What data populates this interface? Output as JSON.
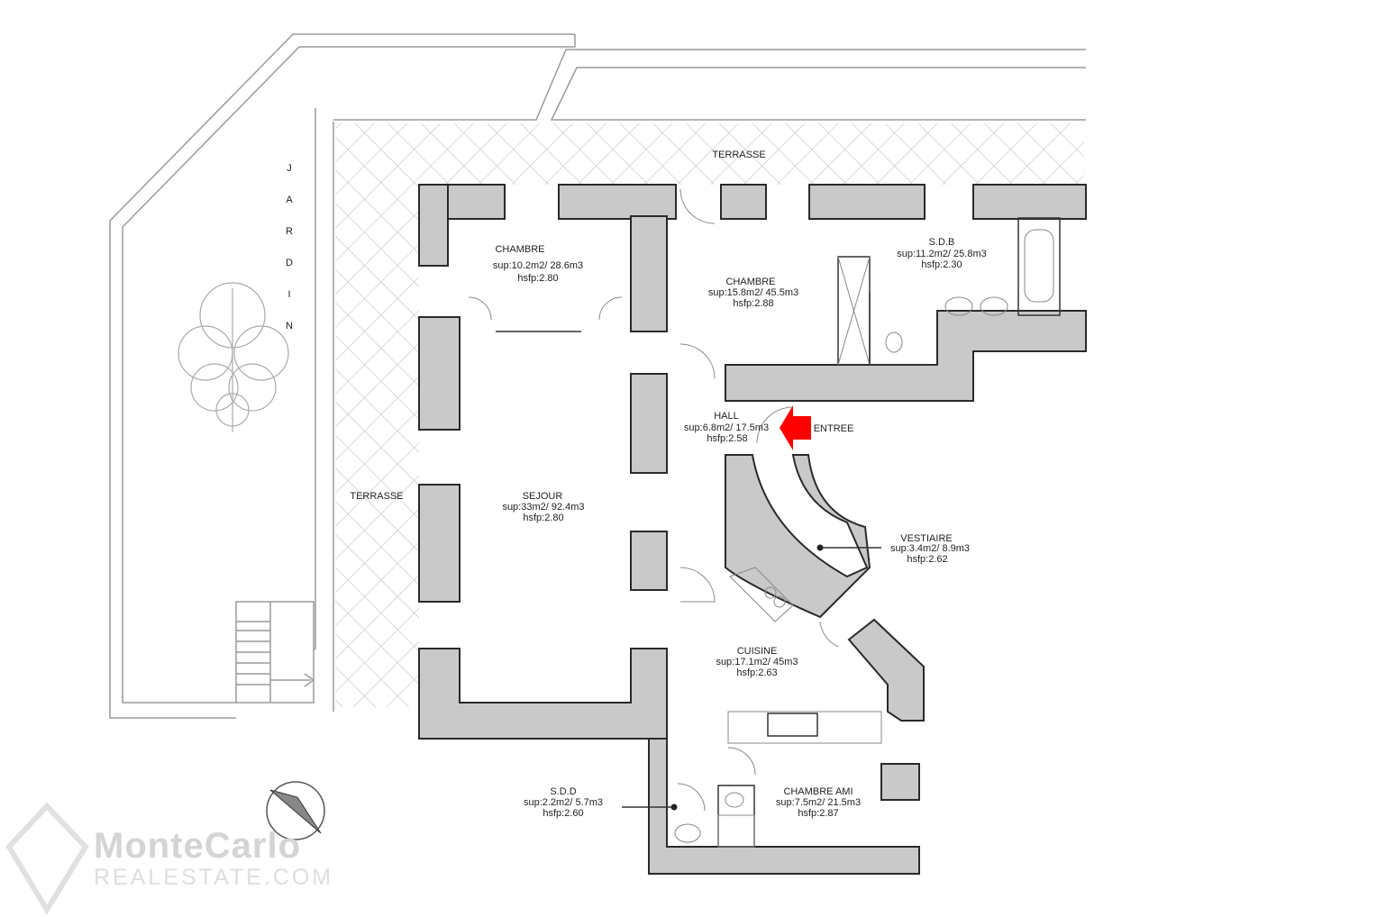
{
  "plan": {
    "garden_letters": [
      "J",
      "A",
      "R",
      "D",
      "I",
      "N"
    ],
    "terrace_top": "TERRASSE",
    "terrace_left": "TERRASSE",
    "entrance": "ENTREE",
    "rooms": [
      {
        "name": "CHAMBRE",
        "sup": "sup:10.2m2/ 28.6m3",
        "hsfp": "hsfp:2.80"
      },
      {
        "name": "CHAMBRE",
        "sup": "sup:15.8m2/ 45.5m3",
        "hsfp": "hsfp:2.88"
      },
      {
        "name": "S.D.B",
        "sup": "sup:11.2m2/ 25.8m3",
        "hsfp": "hsfp:2.30"
      },
      {
        "name": "HALL",
        "sup": "sup:6.8m2/ 17.5m3",
        "hsfp": "hsfp:2.58"
      },
      {
        "name": "SEJOUR",
        "sup": "sup:33m2/ 92.4m3",
        "hsfp": "hsfp:2.80"
      },
      {
        "name": "VESTIAIRE",
        "sup": "sup:3.4m2/ 8.9m3",
        "hsfp": "hsfp:2.62"
      },
      {
        "name": "CUISINE",
        "sup": "sup:17.1m2/ 45m3",
        "hsfp": "hsfp:2.63"
      },
      {
        "name": "S.D.D",
        "sup": "sup:2.2m2/ 5.7m3",
        "hsfp": "hsfp:2.60"
      },
      {
        "name": "CHAMBRE AMI",
        "sup": "sup:7.5m2/ 21.5m3",
        "hsfp": "hsfp:2.87"
      }
    ],
    "colors": {
      "wall": "#c9c9c9",
      "arrow": "#ff0000",
      "hatch": "#c4c4c4"
    }
  },
  "watermark": {
    "line1": "MonteCarlo",
    "line2": "REALESTATE.COM"
  }
}
